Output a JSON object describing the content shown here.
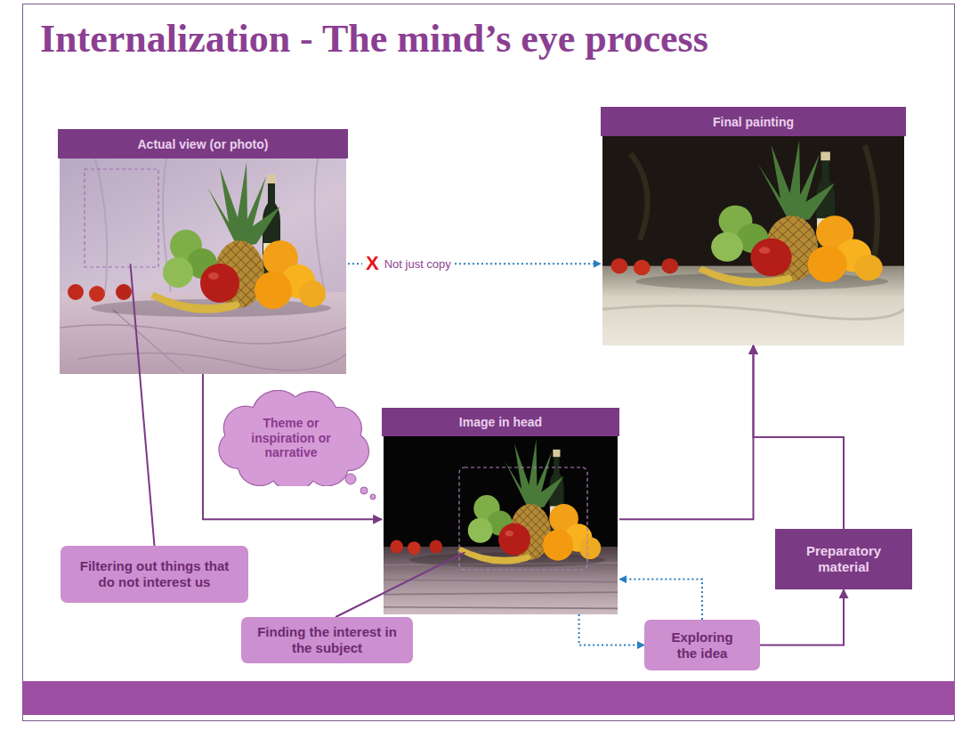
{
  "diagram": {
    "title": "Internalization - The mind’s eye process",
    "nodes": [
      {
        "text": [
          "Actual view (or photo)"
        ]
      },
      {
        "text": [
          "Final painting"
        ]
      },
      {
        "text": [
          "Theme or inspiration or narrative"
        ]
      },
      {
        "text": [
          "Image in head"
        ]
      },
      {
        "text": [
          "Preparatory material"
        ]
      },
      {
        "text": [
          "Filtering out things that do not interest us"
        ]
      },
      {
        "text": [
          "Finding the interest in the subject"
        ]
      },
      {
        "text": [
          "Exploring the idea"
        ]
      }
    ],
    "edges": [
      {
        "from": 0,
        "to": 1,
        "arrow": "to",
        "label": "Not just copy"
      },
      {
        "from": 0,
        "to": 3,
        "arrow": "to"
      },
      {
        "from": 3,
        "to": 1,
        "arrow": "to"
      },
      {
        "from": 4,
        "to": 1,
        "arrow": "to"
      },
      {
        "from": 5,
        "to": 0,
        "arrow": "none"
      },
      {
        "from": 6,
        "to": 3,
        "arrow": "none"
      },
      {
        "from": 3,
        "to": 7,
        "arrow": "to"
      },
      {
        "from": 7,
        "to": 3,
        "arrow": "to"
      },
      {
        "from": 7,
        "to": 4,
        "arrow": "to"
      }
    ],
    "labels": [
      "X"
    ]
  }
}
